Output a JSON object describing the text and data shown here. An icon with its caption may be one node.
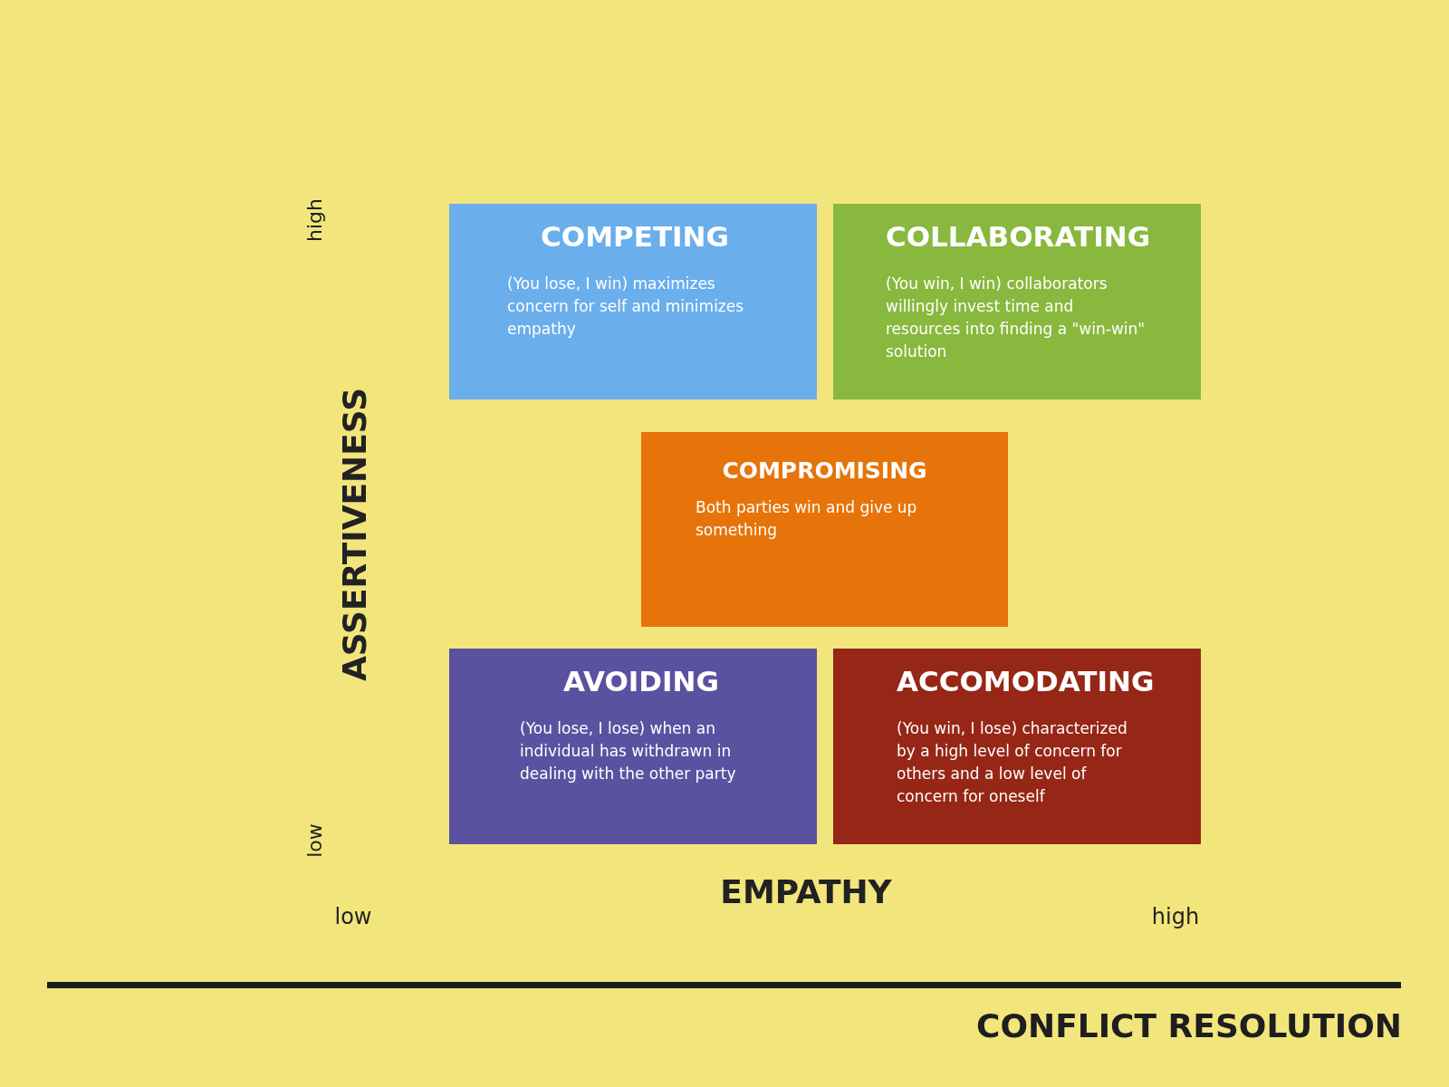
{
  "diagram": {
    "title": "CONFLICT RESOLUTION",
    "nodes": [
      {
        "text": [
          "COMPETING",
          "(You lose, I win) maximizes concern for self and minimizes empathy"
        ]
      },
      {
        "text": [
          "COLLABORATING",
          "(You win, I win) collaborators willingly invest time and resources into finding a \"win-win\" solution"
        ]
      },
      {
        "text": [
          "COMPROMISING",
          "Both parties win and give up something"
        ]
      },
      {
        "text": [
          "AVOIDING",
          "(You lose, I lose) when an individual has withdrawn in dealing with the other party"
        ]
      },
      {
        "text": [
          "ACCOMODATING",
          "(You win, I lose) characterized by a high level of concern for others and a low level of concern for oneself"
        ]
      }
    ],
    "edges": [],
    "labels": [
      "high",
      "ASSERTIVENESS",
      "low",
      "EMPATHY",
      "low",
      "high"
    ]
  }
}
